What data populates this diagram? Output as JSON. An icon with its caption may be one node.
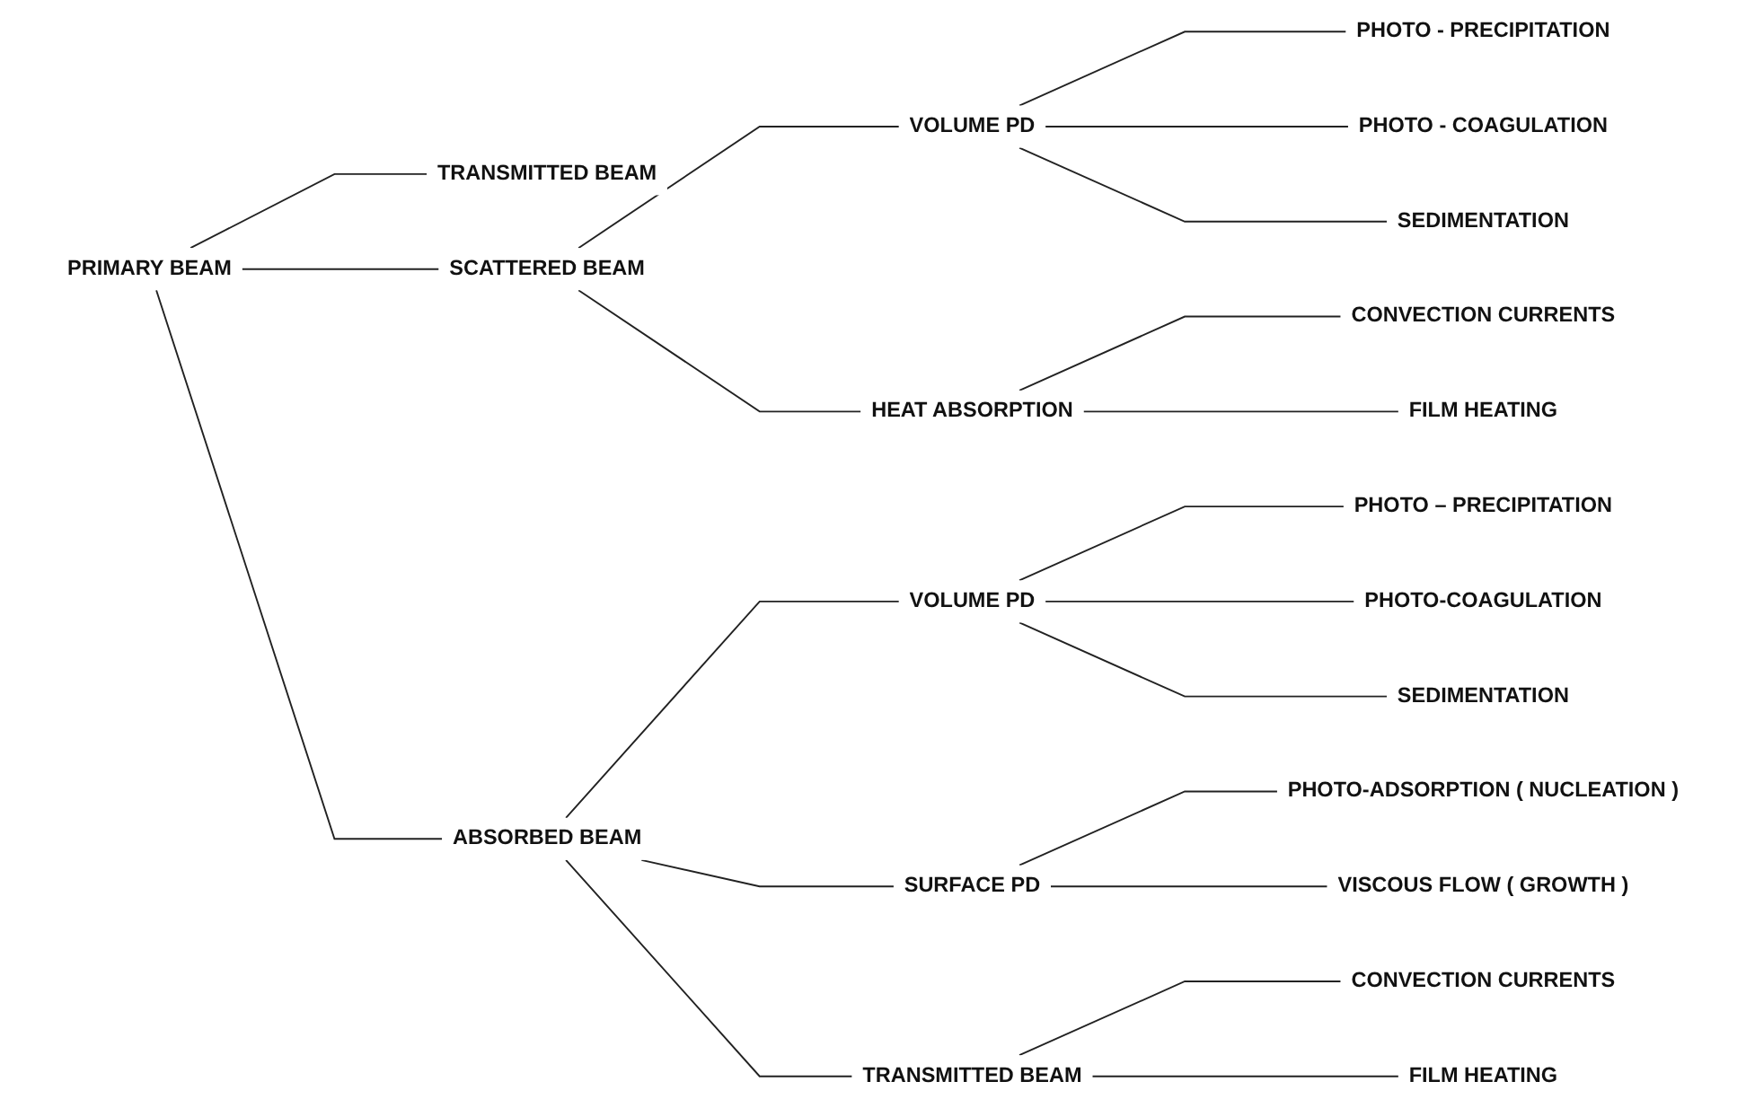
{
  "diagram": {
    "nodes": [
      {
        "text": [
          "PRIMARY BEAM"
        ]
      },
      {
        "text": [
          "TRANSMITTED  BEAM"
        ]
      },
      {
        "text": [
          "SCATTERED BEAM"
        ]
      },
      {
        "text": [
          "VOLUME  PD"
        ]
      },
      {
        "text": [
          "PHOTO - PRECIPITATION"
        ]
      },
      {
        "text": [
          "PHOTO - COAGULATION"
        ]
      },
      {
        "text": [
          "SEDIMENTATION"
        ]
      },
      {
        "text": [
          "HEAT ABSORPTION"
        ]
      },
      {
        "text": [
          "CONVECTION CURRENTS"
        ]
      },
      {
        "text": [
          "FILM HEATING"
        ]
      },
      {
        "text": [
          "ABSORBED BEAM"
        ]
      },
      {
        "text": [
          "VOLUME  PD"
        ]
      },
      {
        "text": [
          "PHOTO – PRECIPITATION"
        ]
      },
      {
        "text": [
          "PHOTO-COAGULATION"
        ]
      },
      {
        "text": [
          "SEDIMENTATION"
        ]
      },
      {
        "text": [
          "SURFACE  PD"
        ]
      },
      {
        "text": [
          "PHOTO-ADSORPTION ( NUCLEATION )"
        ]
      },
      {
        "text": [
          "VISCOUS FLOW ( GROWTH )"
        ]
      },
      {
        "text": [
          "TRANSMITTED BEAM"
        ]
      },
      {
        "text": [
          "CONVECTION CURRENTS"
        ]
      },
      {
        "text": [
          "FILM HEATING"
        ]
      }
    ],
    "edges": [
      {
        "from": 0,
        "to": 1,
        "arrow": "none"
      },
      {
        "from": 0,
        "to": 2,
        "arrow": "none"
      },
      {
        "from": 2,
        "to": 3,
        "arrow": "none"
      },
      {
        "from": 3,
        "to": 4,
        "arrow": "none"
      },
      {
        "from": 3,
        "to": 5,
        "arrow": "none"
      },
      {
        "from": 3,
        "to": 6,
        "arrow": "none"
      },
      {
        "from": 2,
        "to": 7,
        "arrow": "none"
      },
      {
        "from": 7,
        "to": 8,
        "arrow": "none"
      },
      {
        "from": 7,
        "to": 9,
        "arrow": "none"
      },
      {
        "from": 0,
        "to": 10,
        "arrow": "none"
      },
      {
        "from": 10,
        "to": 11,
        "arrow": "none"
      },
      {
        "from": 11,
        "to": 12,
        "arrow": "none"
      },
      {
        "from": 11,
        "to": 13,
        "arrow": "none"
      },
      {
        "from": 11,
        "to": 14,
        "arrow": "none"
      },
      {
        "from": 10,
        "to": 15,
        "arrow": "none"
      },
      {
        "from": 15,
        "to": 16,
        "arrow": "none"
      },
      {
        "from": 15,
        "to": 17,
        "arrow": "none"
      },
      {
        "from": 10,
        "to": 18,
        "arrow": "none"
      },
      {
        "from": 18,
        "to": 19,
        "arrow": "none"
      },
      {
        "from": 18,
        "to": 20,
        "arrow": "none"
      }
    ]
  }
}
